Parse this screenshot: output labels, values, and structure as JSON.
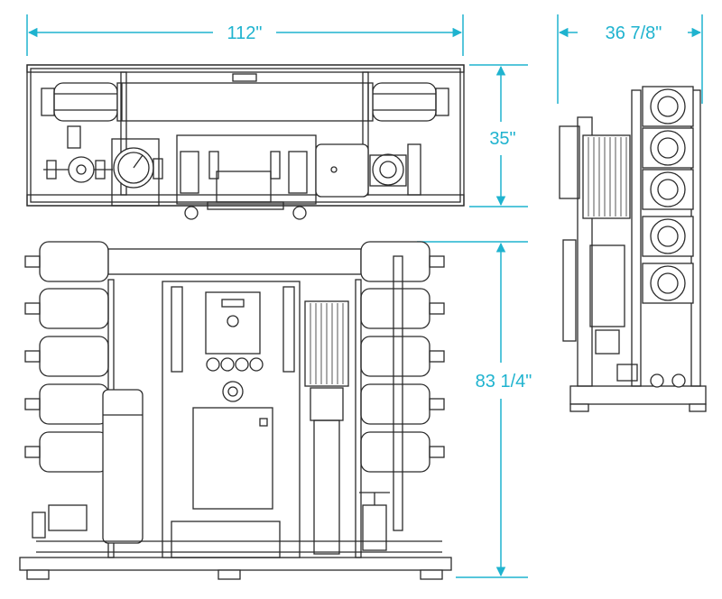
{
  "colors": {
    "line": "#2b2b2b",
    "dimension": "#1fb3cf",
    "background": "#ffffff"
  },
  "dimensions": {
    "width": "112\"",
    "depth": "36 7/8\"",
    "top_view_height": "35\"",
    "height": "83 1/4\""
  }
}
